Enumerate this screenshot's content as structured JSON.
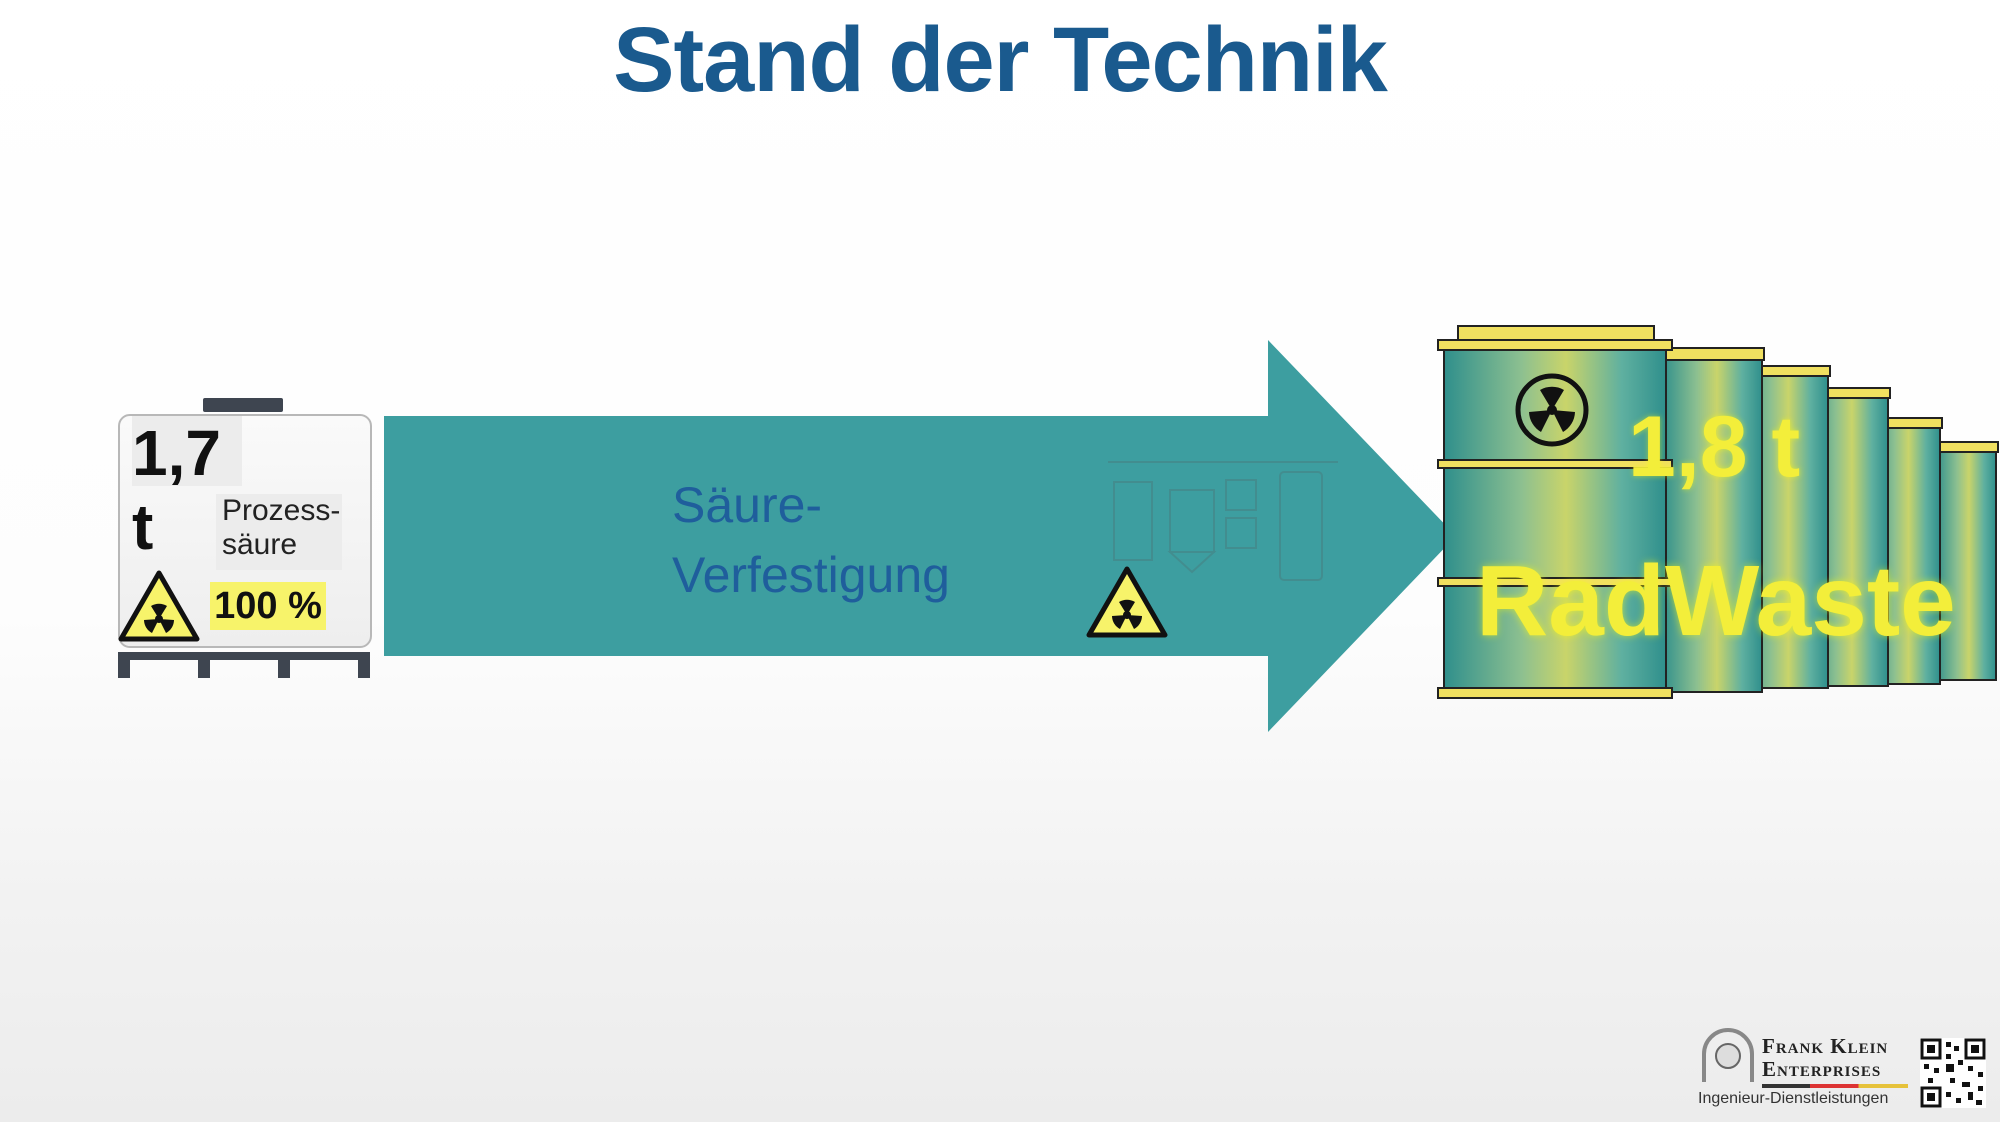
{
  "slide": {
    "title": "Stand der Technik"
  },
  "source_container": {
    "amount": "1,7 t",
    "label": "Prozess-\nsäure",
    "percentage": "100 %",
    "warning_icon": "radiation-warning-icon"
  },
  "process": {
    "label_line1": "Säure-",
    "label_line2": "Verfestigung",
    "warning_icon": "radiation-warning-icon",
    "arrow_color": "#3d9ea0"
  },
  "result": {
    "amount": "1,8 t",
    "label": "RadWaste",
    "text_color": "#f3ee3a",
    "barrel_color": "#3fa6a0",
    "icon": "radiation-icon"
  },
  "branding": {
    "company_line1": "Frank Klein",
    "company_line2": "Enterprises",
    "tagline": "Ingenieur-Dienstleistungen",
    "qr_icon": "qr-code-icon"
  }
}
